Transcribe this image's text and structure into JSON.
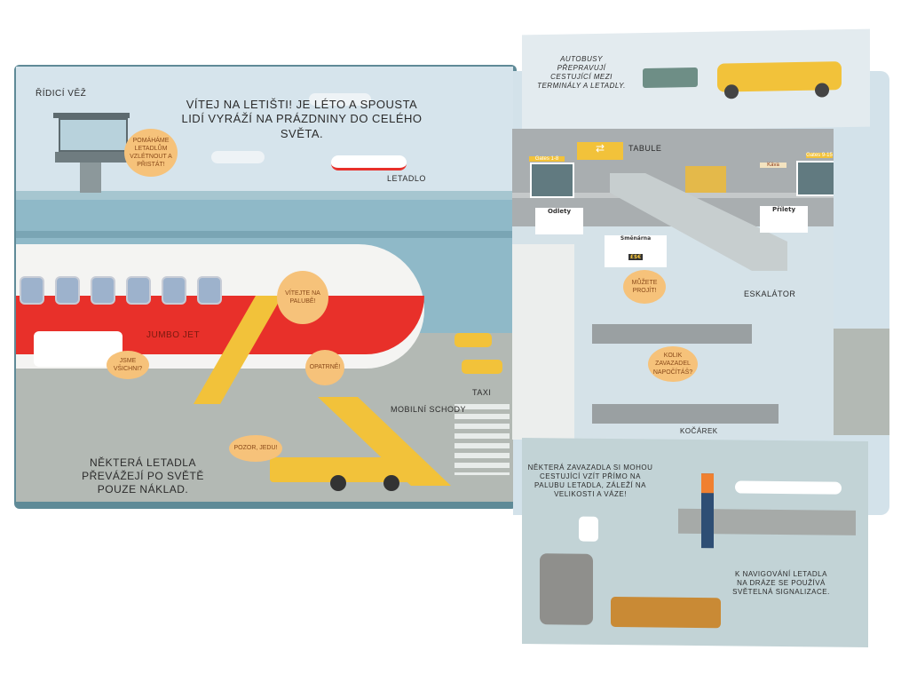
{
  "left_page": {
    "tower_label": "Řídicí věž",
    "intro": "Vítej na letišti! Je léto a spousta lidí vyráží na prázdniny do celého světa.",
    "tower_bubble": "Pomáháme letadlům vzlétnout a přistát!",
    "plane_label": "Letadlo",
    "jumbo_label": "Jumbo jet",
    "bubble_welcome": "Vítejte na palubě!",
    "bubble_everyone": "Jsme všichni?",
    "bubble_careful": "Opatrně!",
    "bubble_driving": "Pozor, jedu!",
    "stairs_label": "Mobilní schody",
    "taxi_label": "Taxi",
    "cargo_text": "Některá letadla převážejí po světě pouze náklad."
  },
  "right_page": {
    "bus_text": "Autobusy přepravují cestující mezi terminály a letadly.",
    "tabule_label": "Tabule",
    "gates_left": "Gates 1-8",
    "gates_right": "Gates 9-15",
    "kava_sign": "Káva",
    "departures": "Odlety",
    "arrivals": "Přílety",
    "exchange": "Směnárna",
    "currency": "£$€",
    "bubble_pass": "Můžete projít!",
    "bubble_bags": "Kolik zavazadel napočítáš?",
    "escalator_label": "Eskalátor",
    "stroller_label": "Kočárek",
    "hand_luggage_text": "Některá zavazadla si mohou cestující vzít přímo na palubu letadla, záleží na velikosti a váze!",
    "signal_text": "K navigování letadla na dráze se používá světelná signalizace."
  },
  "colors": {
    "sky": "#d6e4ec",
    "glass": "#8fb9c8",
    "tarmac": "#b3b9b4",
    "plane_red": "#e8302a",
    "yellow": "#f2c23a",
    "bubble": "#f6c27a"
  }
}
